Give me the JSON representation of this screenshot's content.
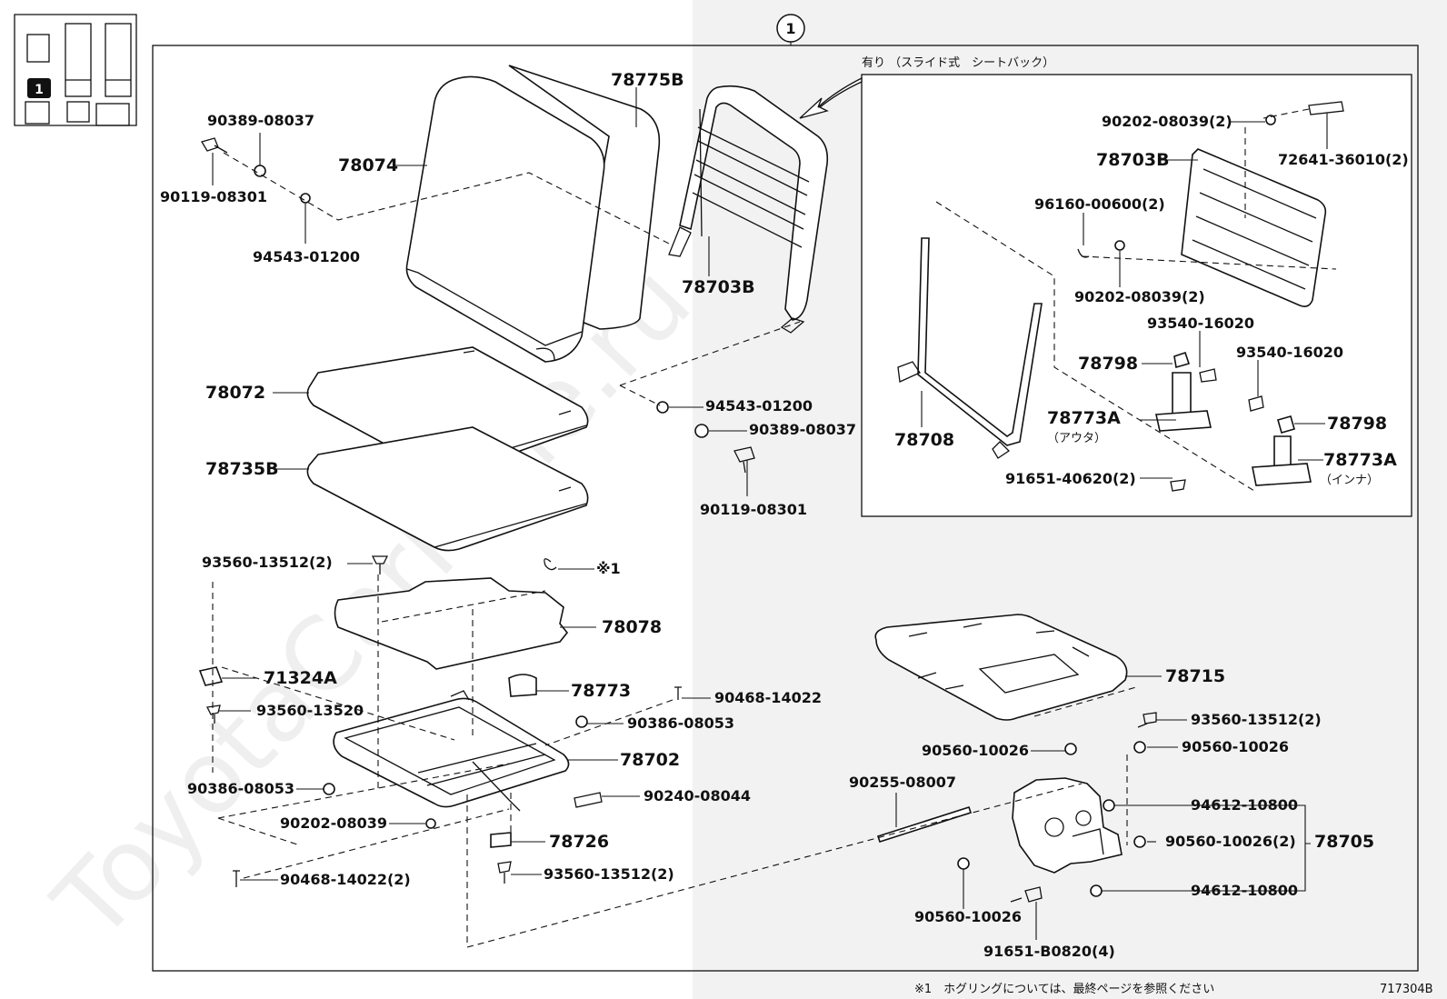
{
  "header": {
    "section_marker": "1",
    "inset_caption": "有り （スライド式　シートバック）"
  },
  "watermark": "ToyotaCarMine.ru",
  "parts": [
    "78775B",
    "78074",
    "90389-08037",
    "90119-08301",
    "94543-01200",
    "78703B",
    "78072",
    "78735B",
    "94543-01200",
    "90389-08037",
    "90119-08301",
    "93560-13512(2)",
    "※1",
    "78078",
    "71324A",
    "93560-13520",
    "78773",
    "90468-14022",
    "90386-08053",
    "78702",
    "90386-08053",
    "90240-08044",
    "90202-08039",
    "78726",
    "93560-13512(2)",
    "90468-14022(2)",
    "78715",
    "93560-13512(2)",
    "90560-10026",
    "90560-10026",
    "90255-08007",
    "94612-10800",
    "78705",
    "90560-10026(2)",
    "94612-10800",
    "90560-10026",
    "91651-B0820(4)"
  ],
  "inset_parts": [
    "90202-08039(2)",
    "72641-36010(2)",
    "78703B",
    "96160-00600(2)",
    "90202-08039(2)",
    "78708",
    "93540-16020",
    "78798",
    "93540-16020",
    "78773A",
    "78798",
    "78773A",
    "91651-40620(2)"
  ],
  "inset_sublabels": [
    "（アウタ）",
    "（インナ）"
  ],
  "footer": {
    "note": "※1　ホグリングについては、最終ページを参照ください",
    "diagram_code": "717304B"
  }
}
